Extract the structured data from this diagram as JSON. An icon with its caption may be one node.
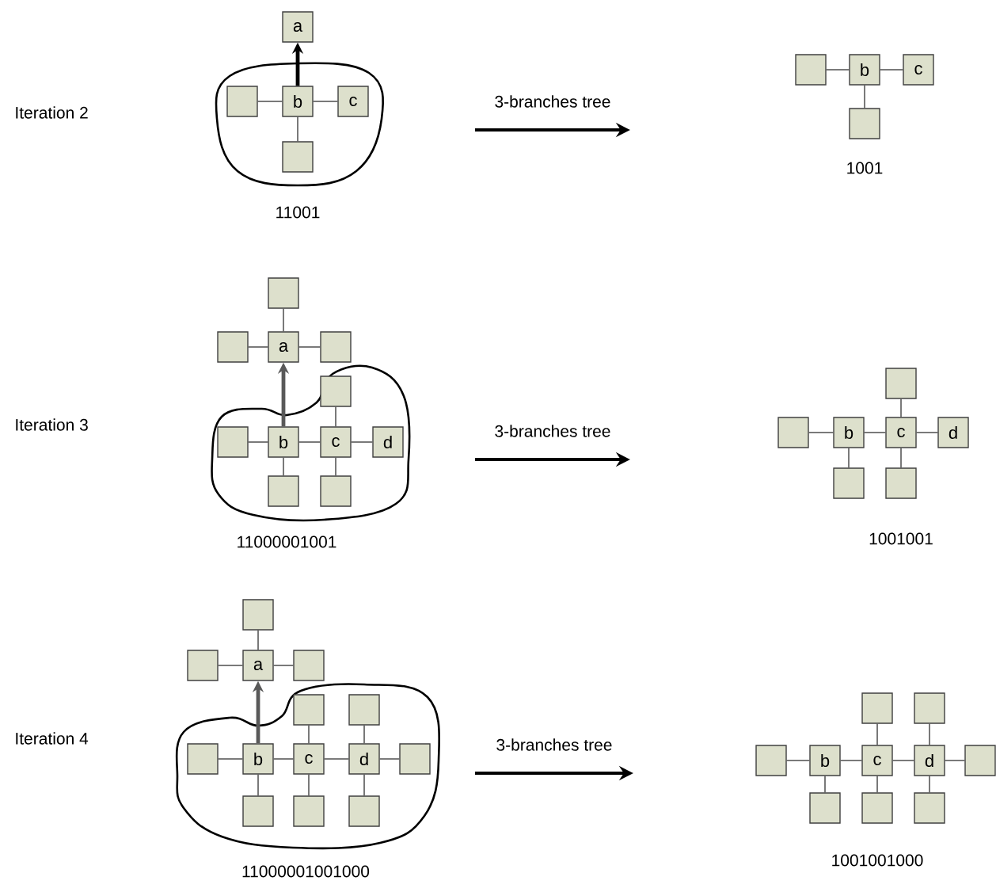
{
  "diagram": {
    "nodes": [
      {
        "text": [
          "a"
        ]
      },
      {
        "text": [],
        "shape": "cloud"
      },
      {
        "text": [],
        "shape": "box",
        "in": 1
      },
      {
        "text": [
          "b"
        ],
        "in": 1
      },
      {
        "text": [
          "c"
        ],
        "in": 1
      },
      {
        "text": [],
        "shape": "box",
        "in": 1
      },
      {
        "text": [],
        "shape": "box"
      },
      {
        "text": [
          "b"
        ]
      },
      {
        "text": [
          "c"
        ]
      },
      {
        "text": [],
        "shape": "box"
      },
      {
        "text": [],
        "shape": "box"
      },
      {
        "text": [],
        "shape": "box"
      },
      {
        "text": [
          "a"
        ]
      },
      {
        "text": [],
        "shape": "box"
      },
      {
        "text": [],
        "shape": "cloud"
      },
      {
        "text": [],
        "shape": "box",
        "in": 14
      },
      {
        "text": [],
        "shape": "box",
        "in": 14
      },
      {
        "text": [
          "b"
        ],
        "in": 14
      },
      {
        "text": [
          "c"
        ],
        "in": 14
      },
      {
        "text": [
          "d"
        ],
        "in": 14
      },
      {
        "text": [],
        "shape": "box",
        "in": 14
      },
      {
        "text": [],
        "shape": "box",
        "in": 14
      },
      {
        "text": [],
        "shape": "box"
      },
      {
        "text": [],
        "shape": "box"
      },
      {
        "text": [
          "b"
        ]
      },
      {
        "text": [
          "c"
        ]
      },
      {
        "text": [
          "d"
        ]
      },
      {
        "text": [],
        "shape": "box"
      },
      {
        "text": [],
        "shape": "box"
      },
      {
        "text": [],
        "shape": "box"
      },
      {
        "text": [],
        "shape": "box"
      },
      {
        "text": [
          "a"
        ]
      },
      {
        "text": [],
        "shape": "box"
      },
      {
        "text": [],
        "shape": "cloud"
      },
      {
        "text": [],
        "shape": "box",
        "in": 33
      },
      {
        "text": [],
        "shape": "box",
        "in": 33
      },
      {
        "text": [],
        "shape": "box",
        "in": 33
      },
      {
        "text": [
          "b"
        ],
        "in": 33
      },
      {
        "text": [
          "c"
        ],
        "in": 33
      },
      {
        "text": [
          "d"
        ],
        "in": 33
      },
      {
        "text": [],
        "shape": "box",
        "in": 33
      },
      {
        "text": [],
        "shape": "box",
        "in": 33
      },
      {
        "text": [],
        "shape": "box",
        "in": 33
      },
      {
        "text": [],
        "shape": "box",
        "in": 33
      },
      {
        "text": [],
        "shape": "box"
      },
      {
        "text": [],
        "shape": "box"
      },
      {
        "text": [],
        "shape": "box"
      },
      {
        "text": [
          "b"
        ]
      },
      {
        "text": [
          "c"
        ]
      },
      {
        "text": [
          "d"
        ]
      },
      {
        "text": [],
        "shape": "box"
      },
      {
        "text": [],
        "shape": "box"
      },
      {
        "text": [],
        "shape": "box"
      },
      {
        "text": [],
        "shape": "box"
      }
    ],
    "edges": [
      {
        "from": 2,
        "to": 3,
        "arrow": "none"
      },
      {
        "from": 3,
        "to": 4,
        "arrow": "none"
      },
      {
        "from": 3,
        "to": 5,
        "arrow": "none"
      },
      {
        "from": 3,
        "to": 0,
        "arrow": "to",
        "style": "thick",
        "color": "#000000"
      },
      {
        "from": 6,
        "to": 7,
        "arrow": "none"
      },
      {
        "from": 7,
        "to": 8,
        "arrow": "none"
      },
      {
        "from": 7,
        "to": 9,
        "arrow": "none"
      },
      {
        "from": 10,
        "to": 12,
        "arrow": "none"
      },
      {
        "from": 11,
        "to": 12,
        "arrow": "none"
      },
      {
        "from": 12,
        "to": 13,
        "arrow": "none"
      },
      {
        "from": 16,
        "to": 17,
        "arrow": "none"
      },
      {
        "from": 17,
        "to": 18,
        "arrow": "none"
      },
      {
        "from": 18,
        "to": 19,
        "arrow": "none"
      },
      {
        "from": 15,
        "to": 18,
        "arrow": "none"
      },
      {
        "from": 17,
        "to": 20,
        "arrow": "none"
      },
      {
        "from": 18,
        "to": 21,
        "arrow": "none"
      },
      {
        "from": 17,
        "to": 12,
        "arrow": "to",
        "style": "thick",
        "color": "#595959"
      },
      {
        "from": 23,
        "to": 24,
        "arrow": "none"
      },
      {
        "from": 24,
        "to": 25,
        "arrow": "none"
      },
      {
        "from": 25,
        "to": 26,
        "arrow": "none"
      },
      {
        "from": 22,
        "to": 25,
        "arrow": "none"
      },
      {
        "from": 24,
        "to": 27,
        "arrow": "none"
      },
      {
        "from": 25,
        "to": 28,
        "arrow": "none"
      },
      {
        "from": 29,
        "to": 31,
        "arrow": "none"
      },
      {
        "from": 30,
        "to": 31,
        "arrow": "none"
      },
      {
        "from": 31,
        "to": 32,
        "arrow": "none"
      },
      {
        "from": 36,
        "to": 37,
        "arrow": "none"
      },
      {
        "from": 37,
        "to": 38,
        "arrow": "none"
      },
      {
        "from": 38,
        "to": 39,
        "arrow": "none"
      },
      {
        "from": 39,
        "to": 40,
        "arrow": "none"
      },
      {
        "from": 34,
        "to": 38,
        "arrow": "none"
      },
      {
        "from": 35,
        "to": 39,
        "arrow": "none"
      },
      {
        "from": 37,
        "to": 41,
        "arrow": "none"
      },
      {
        "from": 38,
        "to": 42,
        "arrow": "none"
      },
      {
        "from": 39,
        "to": 43,
        "arrow": "none"
      },
      {
        "from": 37,
        "to": 31,
        "arrow": "to",
        "style": "thick",
        "color": "#595959"
      },
      {
        "from": 46,
        "to": 47,
        "arrow": "none"
      },
      {
        "from": 47,
        "to": 48,
        "arrow": "none"
      },
      {
        "from": 48,
        "to": 49,
        "arrow": "none"
      },
      {
        "from": 49,
        "to": 50,
        "arrow": "none"
      },
      {
        "from": 44,
        "to": 48,
        "arrow": "none"
      },
      {
        "from": 45,
        "to": 49,
        "arrow": "none"
      },
      {
        "from": 47,
        "to": 51,
        "arrow": "none"
      },
      {
        "from": 48,
        "to": 52,
        "arrow": "none"
      },
      {
        "from": 49,
        "to": 53,
        "arrow": "none"
      }
    ],
    "labels": [
      "Iteration 2",
      "3-branches tree",
      "11001",
      "1001",
      "Iteration 3",
      "3-branches tree",
      "11000001001",
      "1001001",
      "Iteration 4",
      "3-branches tree",
      "11000001001000",
      "1001001000"
    ]
  }
}
